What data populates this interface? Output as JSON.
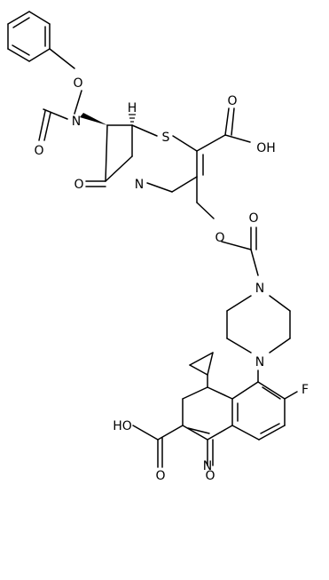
{
  "labels": {
    "o_phenoxy": "O",
    "n_amide": "N",
    "o_acetyl": "O",
    "h_stereo": "H",
    "s_ring": "S",
    "o_acid1": "O",
    "oh_acid1": "OH",
    "o_lactam": "O",
    "n_lactam": "N",
    "o_ester": "O",
    "o_carbamate": "O",
    "n_pip1": "N",
    "n_pip2": "N",
    "f": "F",
    "n_quin": "N",
    "o_ketone": "O",
    "o_acid2": "O",
    "ho_acid2": "HO"
  }
}
